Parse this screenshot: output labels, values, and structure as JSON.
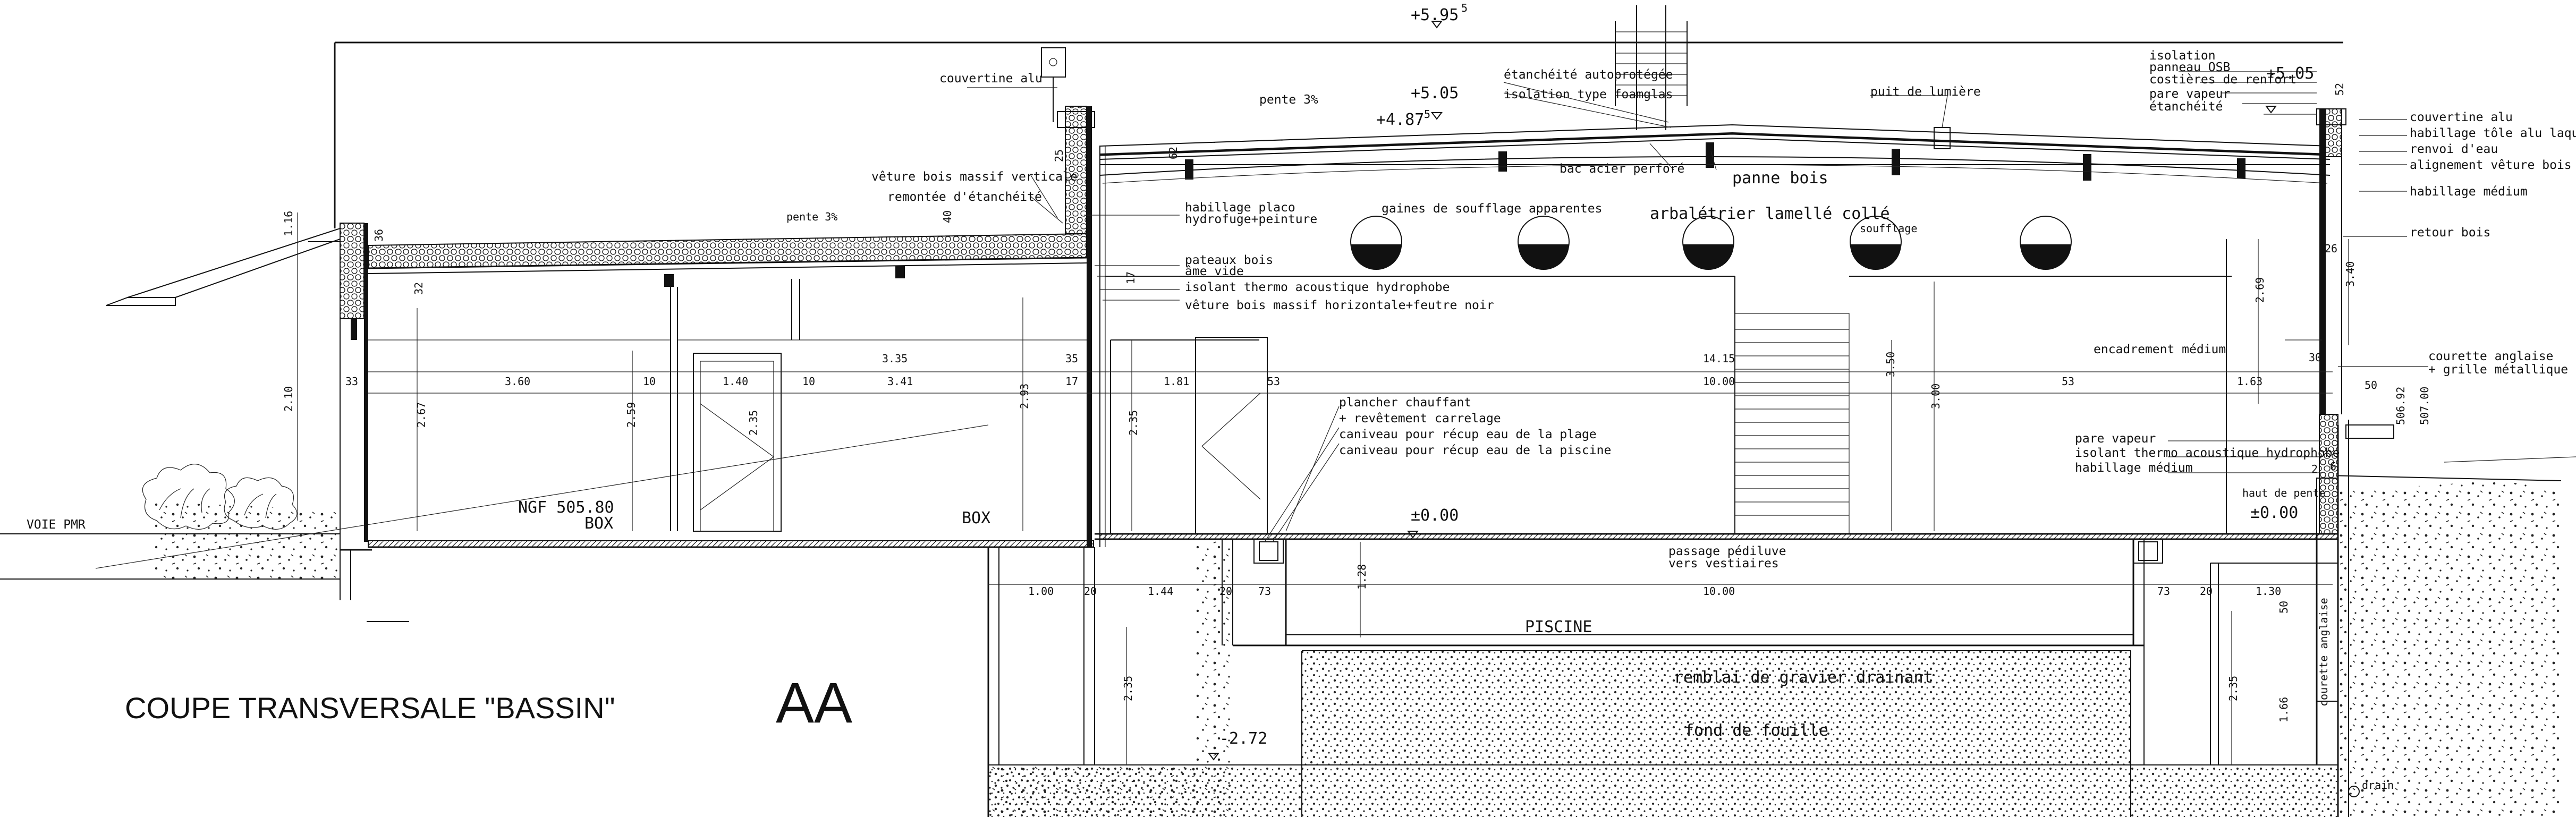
{
  "title": "COUPE TRANSVERSALE \"BASSIN\"",
  "section_mark": "AA",
  "levels": {
    "top": "+5.95",
    "top_sup": "5",
    "roof_main": "+5.05",
    "roof_mid": "+4.87",
    "roof_mid_sup": "5",
    "roof_right": "+5.05",
    "floor": "±0.00",
    "floor_right": "±0.00",
    "bottom": "-2.72",
    "ngf": "NGF 505.80"
  },
  "labels": {
    "voie_pmr": "VOIE PMR",
    "box_left": "BOX",
    "box_mid": "BOX",
    "piscine": "PISCINE",
    "passage": "passage pédiluve",
    "vestiaires": "vers vestiaires",
    "remblai": "remblai de gravier drainant",
    "fond": "fond de fouille",
    "pente_roof": "pente 3%",
    "pente_small": "pente 3%",
    "couvertine_alu_left": "couvertine alu",
    "vetture_bois": "vêture bois massif verticale",
    "remontee": "remontée d'étanchéité",
    "habillage_placo": "habillage placo",
    "hydrofuge": "hydrofuge+peinture",
    "etancheite_auto": "étanchéité autoprotégée",
    "isolation_foamglas": "isolation type foamglas",
    "bac_acier": "bac acier perforé",
    "panne_bois": "panne bois",
    "puit_lumiere": "puit de lumière",
    "gaines": "gaines de soufflage apparentes",
    "arbaletrier": "arbalétrier lamellé collé",
    "soufflage": "soufflage",
    "pateaux_bois": "pateaux bois",
    "ame_vide": "âme vide",
    "isolant_thermo": "isolant thermo acoustique hydrophobe",
    "vetture_horiz": "vêture bois massif horizontale+feutre noir",
    "plancher": "plancher chauffant",
    "revetement": "+ revêtement carrelage",
    "caniveau_plage": "caniveau pour récup eau de la plage",
    "caniveau_piscine": "caniveau pour récup eau de la piscine",
    "r_isolation": "isolation",
    "r_panneau": "panneau OSB",
    "r_costieres": "costières de renfort",
    "r_pare": "pare vapeur",
    "r_etancheite": "étanchéité",
    "r_couvertine": "couvertine alu",
    "r_habillage_tole": "habillage tôle alu laquée",
    "r_renvoi": "renvoi d'eau",
    "r_alignement": "alignement vêture bois",
    "r_habillage_medium": "habillage médium",
    "r_retour": "retour bois",
    "r_encadrement": "encadrement médium",
    "r_courette": "courette anglaise",
    "r_grille": "+ grille métallique",
    "r_pare2": "pare vapeur",
    "r_isolant2": "isolant thermo acoustique hydrophobe",
    "r_habillage2": "habillage médium",
    "r_haut_pente": "haut de pente",
    "r_drain": "drain",
    "r_courette_v": "courette anglaise"
  },
  "dims": {
    "d116": "1.16",
    "d210": "2.10",
    "d33": "33",
    "d360": "3.60",
    "d10a": "10",
    "d140": "1.40",
    "d10b": "10",
    "d341": "3.41",
    "d335": "3.35",
    "d35": "35",
    "d17": "17",
    "d181": "1.81",
    "d53a": "53",
    "d1415": "14.15",
    "d1000": "10.00",
    "d53b": "53",
    "d163": "1.63",
    "d30": "30",
    "d50": "50",
    "d267": "2.67",
    "d259": "2.59",
    "d235a": "2.35",
    "d293": "2.93",
    "d235b": "2.35",
    "d300": "3.00",
    "d350": "3.50",
    "d269": "2.69",
    "d340": "3.40",
    "d26": "26",
    "d100": "1.00",
    "d20a": "20",
    "d144": "1.44",
    "d20b": "20",
    "d73a": "73",
    "d1000b": "10.00",
    "d73b": "73",
    "d20c": "20",
    "d130": "1.30",
    "d128": "1.28",
    "d235c": "2.35",
    "d235d": "2.35",
    "d166": "1.66",
    "d50b": "50",
    "d2": "2",
    "d6": "6",
    "d36": "36",
    "d32": "32",
    "d40": "40",
    "d25": "25",
    "d17b": "17",
    "d62": "62",
    "d52": "52",
    "v50692": "506.92",
    "v50700": "507.00"
  }
}
